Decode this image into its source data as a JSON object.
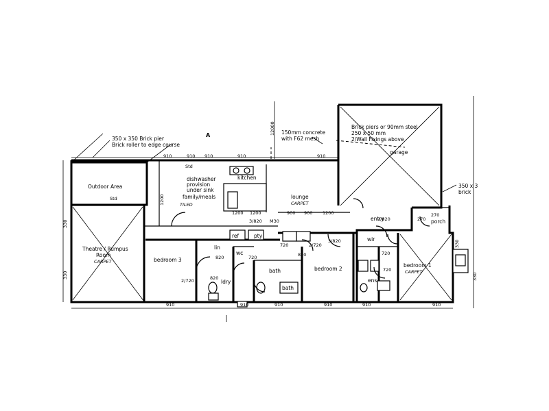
{
  "notes": {
    "pier_line1": "350 x 350 Brick pier",
    "pier_line2": "Brick roller to edge course",
    "slab_line1": "150mm concrete",
    "slab_line2": "with F62 mesh",
    "beam_line1": "Brick piers or 90mm steel",
    "beam_line2": "250 x 50 mm",
    "beam_line3": "2/Wall Fixings above",
    "right_pier_line1": "350 x 3",
    "right_pier_line2": "brick"
  },
  "rooms": {
    "outdoor": "Outdoor Area",
    "dishwasher_line1": "dishwasher",
    "dishwasher_line2": "provision",
    "dishwasher_line3": "under sink",
    "dishwasher_line4": "family/meals",
    "dishwasher_floor": "TILED",
    "kitchen": "kitchen",
    "lounge": "lounge",
    "lounge_floor": "CARPET",
    "theatre_line1": "Theatre / Rumpus",
    "theatre_line2": "Room",
    "theatre_floor": "CARPET",
    "bedroom3": "bedroom 3",
    "bedroom2": "bedroom 2",
    "bedroom1": "bedroom 1",
    "bedroom1_floor": "CARPET",
    "garage": "garage",
    "porch": "porch",
    "entry": "entry",
    "bath": "bath",
    "bath_tub": "bath",
    "ldry": "ldry",
    "wc": "wc",
    "wir": "wir",
    "ens": "ens",
    "linen": "lin",
    "pantry": "pty",
    "fridge": "ref"
  },
  "dims": {
    "d_1": "910",
    "d_2": "910",
    "d_3": "910",
    "d_4": "910",
    "d_5": "910",
    "d_6": "910",
    "d_7": "910",
    "d_8": "910",
    "d_9": "910",
    "d_10": "910",
    "d_11": "910",
    "d_12": "1200",
    "d_13": "1200",
    "d_14": "1200",
    "d_15": "720",
    "d_16": "720",
    "d_17": "720",
    "d_18": "720",
    "d_19": "820",
    "d_20": "820",
    "d_21": "820",
    "d_22": "3/820",
    "d_23": "3/820",
    "d_24": "2/820",
    "d_25": "2/720",
    "d_26": "2/720",
    "d_27": "270",
    "d_28": "270",
    "d_29": "M30",
    "d_30": "900",
    "d_31": "900",
    "d_32": "12000",
    "d_33": "Std",
    "d_34": "Std",
    "d_35": "1200",
    "d_36": "330",
    "d_37": "330",
    "d_38": "330",
    "d_39": "330"
  },
  "marks": {
    "section_a": "A"
  }
}
